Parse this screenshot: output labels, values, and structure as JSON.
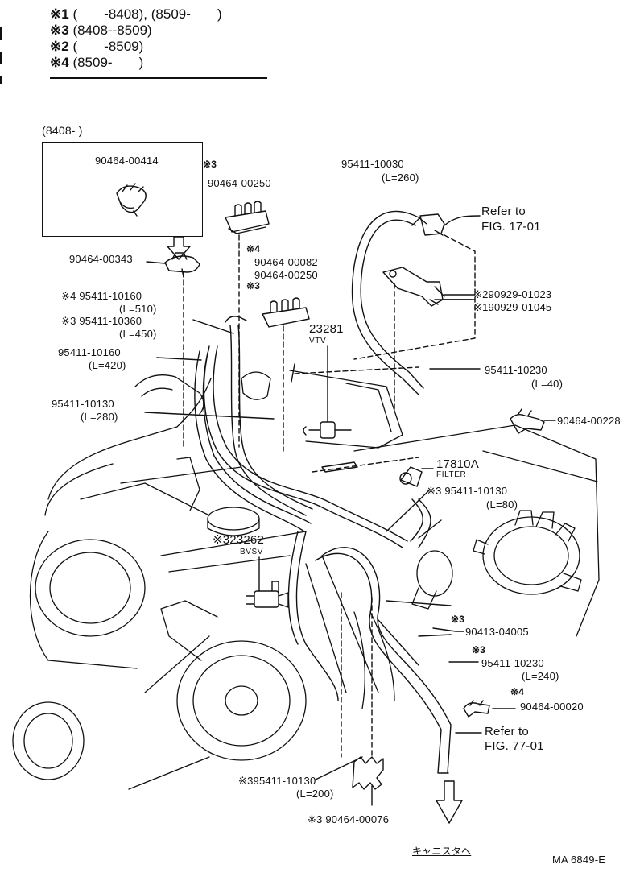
{
  "legend": [
    {
      "mark": "※1",
      "text": "(       -8408), (8509-       )"
    },
    {
      "mark": "※3",
      "text": "(8408--8509)"
    },
    {
      "mark": "※2",
      "text": "(       -8509)"
    },
    {
      "mark": "※4",
      "text": "(8509-       )"
    }
  ],
  "inset": {
    "date_range": "(8408-        )",
    "part": "90464-00414"
  },
  "labels": {
    "p90464_00343": "90464-00343",
    "m3_a": "※3",
    "p90464_00250_a": "90464-00250",
    "m4_a": "※4",
    "p90464_00082": "90464-00082",
    "p90464_00250_b": "90464-00250",
    "m3_b": "※3",
    "h95411_10160_l510_part": "※4 95411-10160",
    "h95411_10160_l510_len": "(L=510)",
    "h95411_10360_part": "※3 95411-10360",
    "h95411_10360_len": "(L=450)",
    "h95411_10160_l420_part": "95411-10160",
    "h95411_10160_l420_len": "(L=420)",
    "h95411_10130_l280_part": "95411-10130",
    "h95411_10130_l280_len": "(L=280)",
    "h95411_10030_part": "95411-10030",
    "h95411_10030_len": "(L=260)",
    "refer_17_a": "Refer to",
    "refer_17_b": "FIG. 17-01",
    "p290929": "※290929-01023",
    "p190929": "※190929-01045",
    "vtv_num": "23281",
    "vtv_name": "VTV",
    "h95411_10230_l40_part": "95411-10230",
    "h95411_10230_l40_len": "(L=40)",
    "p90464_00228": "90464-00228",
    "filter_num": "17810A",
    "filter_name": "FILTER",
    "h95411_10130_l80_part": "※3 95411-10130",
    "h95411_10130_l80_len": "(L=80)",
    "bvsv_num": "※323262",
    "bvsv_name": "BVSV",
    "m3_c": "※3",
    "p90413_04005": "90413-04005",
    "m3_d": "※3",
    "h95411_10230_l240_part": "95411-10230",
    "h95411_10230_l240_len": "(L=240)",
    "m4_b": "※4",
    "p90464_00020": "90464-00020",
    "refer_77_a": "Refer to",
    "refer_77_b": "FIG. 77-01",
    "h95411_10130_l200_part": "※395411-10130",
    "h95411_10130_l200_len": "(L=200)",
    "p90464_00076": "※3 90464-00076",
    "canister": "キャニスタへ",
    "figure_code": "MA  6849-E"
  },
  "colors": {
    "ink": "#111111",
    "paper": "#ffffff"
  }
}
